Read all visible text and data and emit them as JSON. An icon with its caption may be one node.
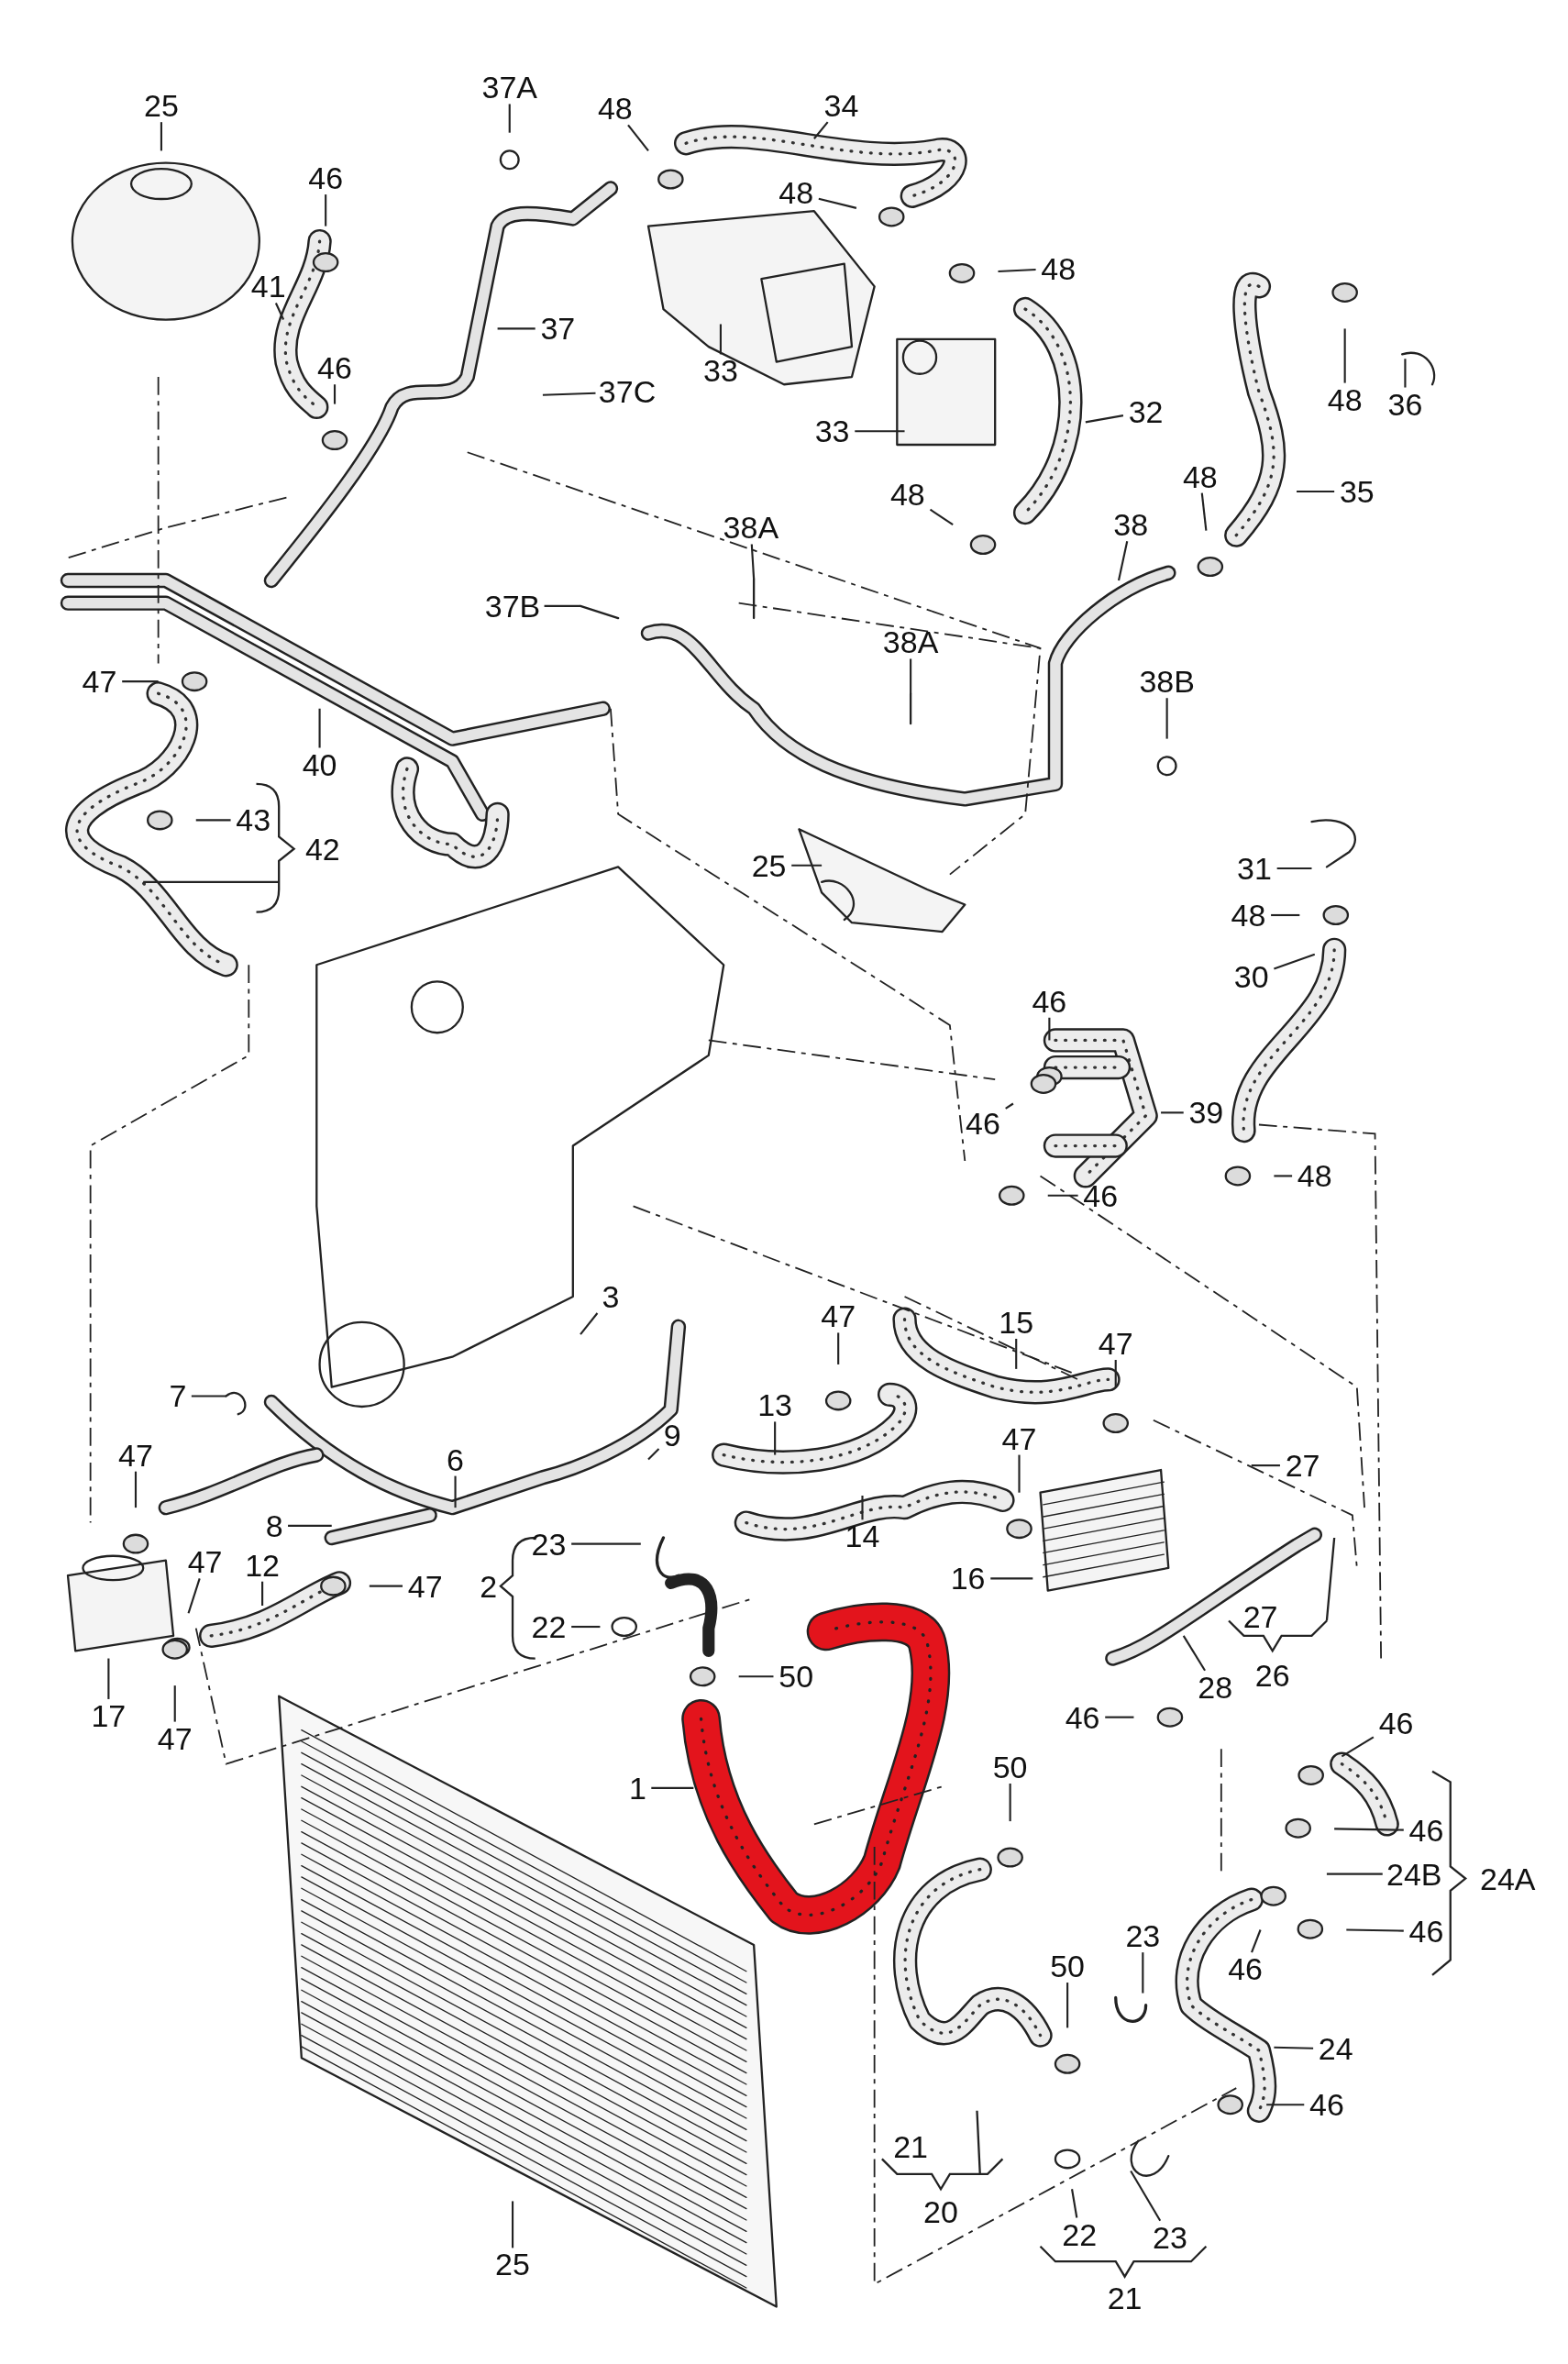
{
  "diagram": {
    "nodes": [
      {
        "text": [
          "25"
        ]
      },
      {
        "text": [
          "37A"
        ]
      },
      {
        "text": [
          "48"
        ]
      },
      {
        "text": [
          "34"
        ]
      },
      {
        "text": [
          "46"
        ]
      },
      {
        "text": [
          "48"
        ]
      },
      {
        "text": [
          "48"
        ]
      },
      {
        "text": [
          "41"
        ]
      },
      {
        "text": [
          "37"
        ]
      },
      {
        "text": [
          "33"
        ]
      },
      {
        "text": [
          "46"
        ]
      },
      {
        "text": [
          "37C"
        ]
      },
      {
        "text": [
          "32"
        ]
      },
      {
        "text": [
          "33"
        ]
      },
      {
        "text": [
          "36"
        ]
      },
      {
        "text": [
          "48"
        ]
      },
      {
        "text": [
          "35"
        ]
      },
      {
        "text": [
          "48"
        ]
      },
      {
        "text": [
          "48"
        ]
      },
      {
        "text": [
          "38A"
        ]
      },
      {
        "text": [
          "38"
        ]
      },
      {
        "text": [
          "37B"
        ]
      },
      {
        "text": [
          "38A"
        ]
      },
      {
        "text": [
          "38B"
        ]
      },
      {
        "text": [
          "47"
        ]
      },
      {
        "text": [
          "40"
        ]
      },
      {
        "text": [
          "43"
        ]
      },
      {
        "text": [
          "25"
        ]
      },
      {
        "text": [
          "31"
        ]
      },
      {
        "text": [
          "48"
        ]
      },
      {
        "text": [
          "30"
        ]
      },
      {
        "text": [
          "46"
        ]
      },
      {
        "text": [
          "39"
        ]
      },
      {
        "text": [
          "46"
        ]
      },
      {
        "text": [
          "48"
        ]
      },
      {
        "text": [
          "46"
        ]
      },
      {
        "text": [
          "3"
        ]
      },
      {
        "text": [
          "15"
        ]
      },
      {
        "text": [
          "47"
        ]
      },
      {
        "text": [
          "47"
        ]
      },
      {
        "text": [
          "7"
        ]
      },
      {
        "text": [
          "13"
        ]
      },
      {
        "text": [
          "9"
        ]
      },
      {
        "text": [
          "47"
        ]
      },
      {
        "text": [
          "27"
        ]
      },
      {
        "text": [
          "47"
        ]
      },
      {
        "text": [
          "6"
        ]
      },
      {
        "text": [
          "8"
        ]
      },
      {
        "text": [
          "14"
        ]
      },
      {
        "text": [
          "23"
        ]
      },
      {
        "text": [
          "16"
        ]
      },
      {
        "text": [
          "47"
        ]
      },
      {
        "text": [
          "12"
        ]
      },
      {
        "text": [
          "47"
        ]
      },
      {
        "text": [
          "22"
        ]
      },
      {
        "text": [
          "28"
        ]
      },
      {
        "text": [
          "50"
        ]
      },
      {
        "text": [
          "17"
        ]
      },
      {
        "text": [
          "47"
        ]
      },
      {
        "text": [
          "46"
        ]
      },
      {
        "text": [
          "46"
        ]
      },
      {
        "text": [
          "1"
        ]
      },
      {
        "text": [
          "50"
        ]
      },
      {
        "text": [
          "46"
        ]
      },
      {
        "text": [
          "24B"
        ]
      },
      {
        "text": [
          "23"
        ]
      },
      {
        "text": [
          "46"
        ]
      },
      {
        "text": [
          "46"
        ]
      },
      {
        "text": [
          "50"
        ]
      },
      {
        "text": [
          "24"
        ]
      },
      {
        "text": [
          "46"
        ]
      },
      {
        "text": [
          "22"
        ]
      },
      {
        "text": [
          "23"
        ]
      },
      {
        "text": [
          "25"
        ]
      }
    ],
    "edges": [
      {
        "from": 0,
        "to": null,
        "arrow": "none"
      },
      {
        "from": 1,
        "to": null,
        "arrow": "none"
      },
      {
        "from": 2,
        "to": null,
        "arrow": "none"
      },
      {
        "from": 3,
        "to": null,
        "arrow": "none"
      },
      {
        "from": 4,
        "to": null,
        "arrow": "none"
      },
      {
        "from": 5,
        "to": null,
        "arrow": "none"
      },
      {
        "from": 6,
        "to": null,
        "arrow": "none"
      },
      {
        "from": 7,
        "to": null,
        "arrow": "none"
      },
      {
        "from": 8,
        "to": null,
        "arrow": "none"
      },
      {
        "from": 9,
        "to": null,
        "arrow": "none"
      },
      {
        "from": 10,
        "to": null,
        "arrow": "none"
      },
      {
        "from": 11,
        "to": null,
        "arrow": "none"
      },
      {
        "from": 12,
        "to": null,
        "arrow": "none"
      },
      {
        "from": 13,
        "to": null,
        "arrow": "none"
      },
      {
        "from": 14,
        "to": null,
        "arrow": "none"
      },
      {
        "from": 15,
        "to": null,
        "arrow": "none"
      },
      {
        "from": 16,
        "to": null,
        "arrow": "none"
      },
      {
        "from": 17,
        "to": null,
        "arrow": "none"
      },
      {
        "from": 18,
        "to": null,
        "arrow": "none"
      },
      {
        "from": 19,
        "to": null,
        "arrow": "none"
      },
      {
        "from": 20,
        "to": null,
        "arrow": "none"
      },
      {
        "from": 21,
        "to": null,
        "arrow": "none"
      },
      {
        "from": 22,
        "to": null,
        "arrow": "none"
      },
      {
        "from": 23,
        "to": null,
        "arrow": "none"
      },
      {
        "from": 24,
        "to": null,
        "arrow": "none"
      },
      {
        "from": 25,
        "to": null,
        "arrow": "none"
      },
      {
        "from": 26,
        "to": null,
        "arrow": "none"
      },
      {
        "from": 27,
        "to": null,
        "arrow": "none"
      },
      {
        "from": 28,
        "to": null,
        "arrow": "none"
      },
      {
        "from": 29,
        "to": null,
        "arrow": "none"
      },
      {
        "from": 30,
        "to": null,
        "arrow": "none"
      },
      {
        "from": 31,
        "to": null,
        "arrow": "none"
      },
      {
        "from": 32,
        "to": null,
        "arrow": "none"
      },
      {
        "from": 33,
        "to": null,
        "arrow": "none"
      },
      {
        "from": 34,
        "to": null,
        "arrow": "none"
      },
      {
        "from": 35,
        "to": null,
        "arrow": "none"
      },
      {
        "from": 36,
        "to": null,
        "arrow": "none"
      },
      {
        "from": 37,
        "to": null,
        "arrow": "none"
      },
      {
        "from": 38,
        "to": null,
        "arrow": "none"
      },
      {
        "from": 39,
        "to": null,
        "arrow": "none"
      },
      {
        "from": 40,
        "to": null,
        "arrow": "none"
      },
      {
        "from": 41,
        "to": null,
        "arrow": "none"
      },
      {
        "from": 42,
        "to": null,
        "arrow": "none"
      },
      {
        "from": 43,
        "to": null,
        "arrow": "none"
      },
      {
        "from": 44,
        "to": null,
        "arrow": "none"
      },
      {
        "from": 45,
        "to": null,
        "arrow": "none"
      },
      {
        "from": 46,
        "to": null,
        "arrow": "none"
      },
      {
        "from": 47,
        "to": null,
        "arrow": "none"
      },
      {
        "from": 48,
        "to": null,
        "arrow": "none"
      },
      {
        "from": 49,
        "to": null,
        "arrow": "none"
      },
      {
        "from": 50,
        "to": null,
        "arrow": "none"
      },
      {
        "from": 51,
        "to": null,
        "arrow": "none"
      },
      {
        "from": 52,
        "to": null,
        "arrow": "none"
      },
      {
        "from": 53,
        "to": null,
        "arrow": "none"
      },
      {
        "from": 54,
        "to": null,
        "arrow": "none"
      },
      {
        "from": 55,
        "to": null,
        "arrow": "none"
      },
      {
        "from": 56,
        "to": null,
        "arrow": "none"
      },
      {
        "from": 57,
        "to": null,
        "arrow": "none"
      },
      {
        "from": 58,
        "to": null,
        "arrow": "none"
      },
      {
        "from": 59,
        "to": null,
        "arrow": "none"
      },
      {
        "from": 60,
        "to": null,
        "arrow": "none"
      },
      {
        "from": 61,
        "to": null,
        "arrow": "none"
      },
      {
        "from": 62,
        "to": null,
        "arrow": "none"
      },
      {
        "from": 63,
        "to": null,
        "arrow": "none"
      },
      {
        "from": 64,
        "to": null,
        "arrow": "none"
      },
      {
        "from": 65,
        "to": null,
        "arrow": "none"
      },
      {
        "from": 66,
        "to": null,
        "arrow": "none"
      },
      {
        "from": 67,
        "to": null,
        "arrow": "none"
      },
      {
        "from": 68,
        "to": null,
        "arrow": "none"
      },
      {
        "from": 69,
        "to": null,
        "arrow": "none"
      },
      {
        "from": 70,
        "to": null,
        "arrow": "none"
      },
      {
        "from": 71,
        "to": null,
        "arrow": "none"
      },
      {
        "from": 72,
        "to": null,
        "arrow": "none"
      },
      {
        "from": 73,
        "to": null,
        "arrow": "none"
      }
    ],
    "labels": [
      "42",
      "2",
      "27",
      "26",
      "24A",
      "21",
      "20",
      "21"
    ]
  }
}
